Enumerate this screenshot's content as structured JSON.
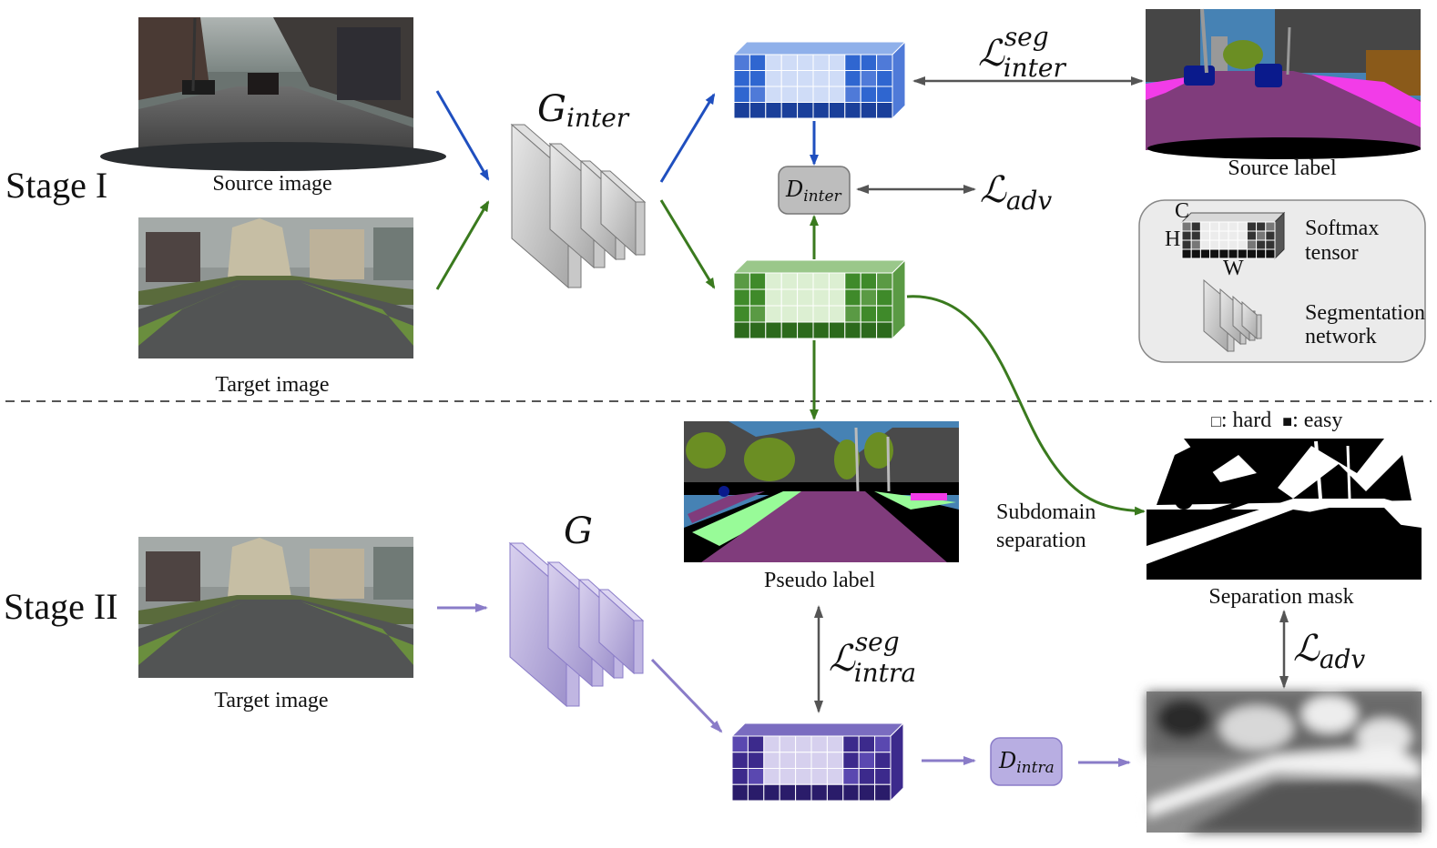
{
  "stages": {
    "stage1": "Stage I",
    "stage2": "Stage II"
  },
  "images": {
    "source_image": "Source image",
    "target_image_1": "Target image",
    "target_image_2": "Target image",
    "source_label": "Source label",
    "pseudo_label": "Pseudo label",
    "separation_mask": "Separation mask"
  },
  "networks": {
    "g_inter": {
      "base": "G",
      "sub": "inter"
    },
    "g": {
      "base": "G"
    },
    "d_inter": {
      "base": "D",
      "sub": "inter"
    },
    "d_intra": {
      "base": "D",
      "sub": "intra"
    }
  },
  "losses": {
    "seg_inter": {
      "base": "ℒ",
      "sup": "seg",
      "sub": "inter"
    },
    "adv_1": {
      "base": "ℒ",
      "sub": "adv"
    },
    "seg_intra": {
      "base": "ℒ",
      "sup": "seg",
      "sub": "intra"
    },
    "adv_2": {
      "base": "ℒ",
      "sub": "adv"
    }
  },
  "legend": {
    "softmax_line1": "Softmax",
    "softmax_line2": "tensor",
    "seg_line1": "Segmentation",
    "seg_line2": "network",
    "dim_c": "C",
    "dim_h": "H",
    "dim_w": "W"
  },
  "mask_legend": {
    "hard_symbol": "□",
    "hard_text": ": hard",
    "easy_symbol": "■",
    "easy_text": ": easy"
  },
  "subdomain": {
    "line1": "Subdomain",
    "line2": "separation"
  },
  "colors": {
    "blue_arrow": "#1f4fbf",
    "green_arrow": "#3a7a1e",
    "purple_arrow": "#8a7cc8",
    "gray_arrow": "#555555",
    "blue_tensor": "#2f66d0",
    "green_tensor": "#3f8a2a",
    "purple_tensor": "#3c2a8c",
    "road_purple": "#803c7c",
    "sky_blue": "#4682b4",
    "vegetation": "#6b8e23",
    "building": "#464646"
  }
}
